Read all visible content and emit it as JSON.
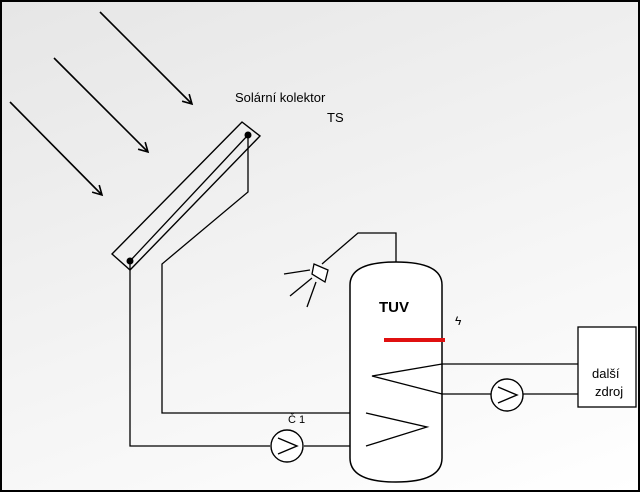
{
  "labels": {
    "collector_line1": "Solární kolektor",
    "collector_line2": "TS",
    "tank": "TUV",
    "source_line1": "další",
    "source_line2": "zdroj",
    "pump_label": "Č 1",
    "sensor_symbol": "ϟ"
  },
  "colors": {
    "line": "#000000",
    "heater_element": "#e01010",
    "background_light": "#ffffff",
    "background_dark": "#e6e6e6"
  }
}
